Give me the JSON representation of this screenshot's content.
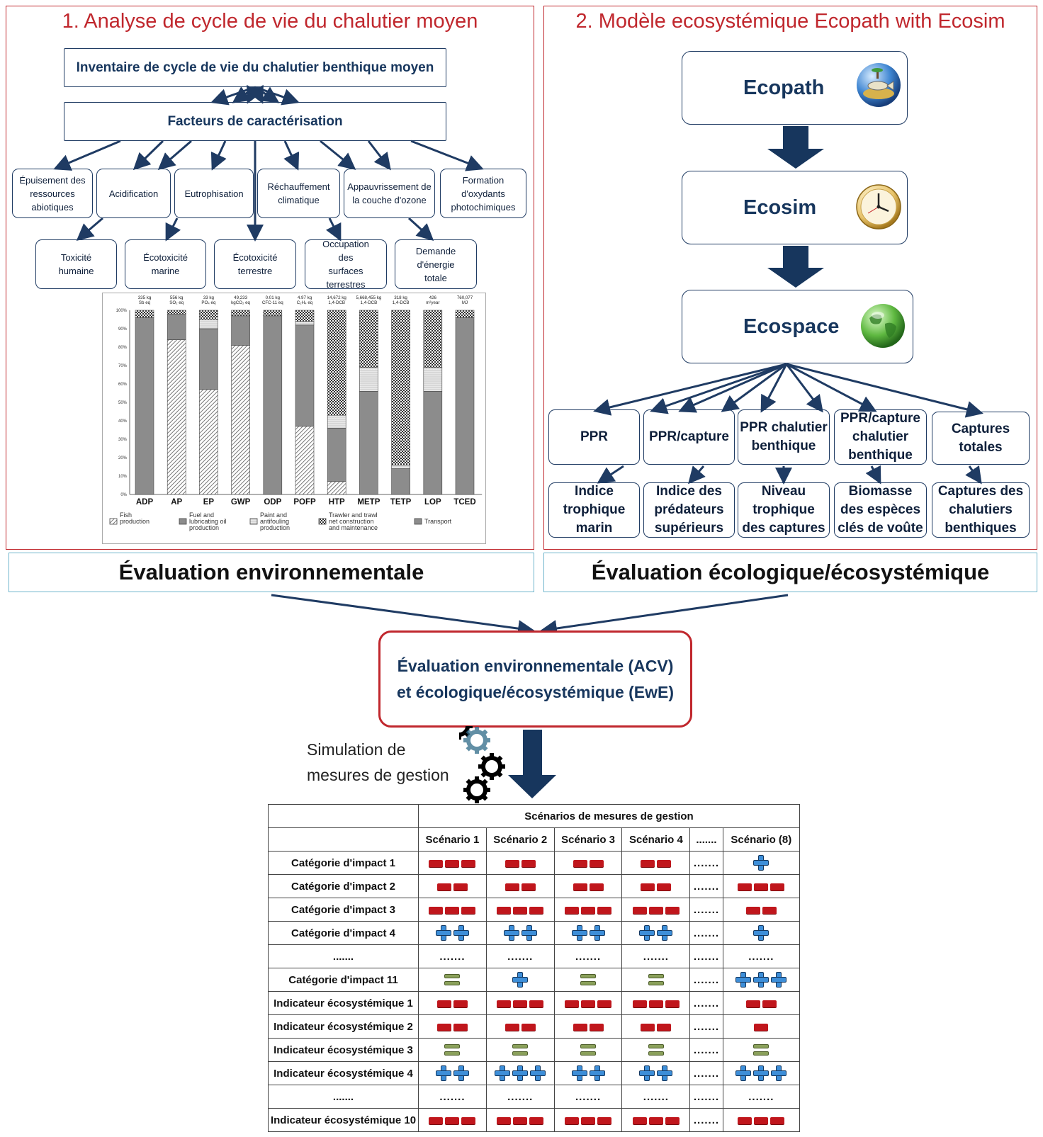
{
  "panel1": {
    "title": "1. Analyse de cycle de vie du chalutier moyen",
    "inventory": "Inventaire de cycle de vie du chalutier benthique moyen",
    "factors": "Facteurs de caractérisation",
    "impacts_row1": [
      "Épuisement des ressources abiotiques",
      "Acidification",
      "Eutrophisation",
      "Réchauffement climatique",
      "Appauvrissement de la couche d'ozone",
      "Formation d'oxydants photochimiques"
    ],
    "impacts_row2": [
      "Toxicité humaine",
      "Écotoxicité marine",
      "Écotoxicité terrestre",
      "Occupation des surfaces terrestres",
      "Demande d'énergie totale"
    ],
    "eval_label": "Évaluation environnementale"
  },
  "panel2": {
    "title": "2. Modèle ecosystémique Ecopath with Ecosim",
    "models": [
      "Ecopath",
      "Ecosim",
      "Ecospace"
    ],
    "model_icons": [
      "fish-globe-icon",
      "clock-icon",
      "earth-icon"
    ],
    "indicators_row1": [
      "PPR",
      "PPR/capture",
      "PPR chalutier benthique",
      "PPR/capture chalutier benthique",
      "Captures totales"
    ],
    "indicators_row2": [
      "Indice trophique marin",
      "Indice des prédateurs supérieurs",
      "Niveau trophique des captures",
      "Biomasse des espèces clés de voûte",
      "Captures des chalutiers benthiques"
    ],
    "eval_label": "Évaluation écologique/écosystémique"
  },
  "chart_data": {
    "type": "bar",
    "stacked": true,
    "categories": [
      "ADP",
      "AP",
      "EP",
      "GWP",
      "ODP",
      "POFP",
      "HTP",
      "METP",
      "TETP",
      "LOP",
      "TCED"
    ],
    "totals": [
      "335 kg Sb eq",
      "556 kg SO₂ eq",
      "33 kg PO₄ eq",
      "49,233 kgCO₂ eq",
      "0.01 kg CFC-11 eq",
      "4.97 kg C₂H₄ eq",
      "14,672 kg 1,4-DCB",
      "5,668,455 kg 1,4-DCB",
      "318 kg 1,4-DCB",
      "426 m²year",
      "760,077 MJ"
    ],
    "yticks": [
      "0%",
      "10%",
      "20%",
      "30%",
      "40%",
      "50%",
      "60%",
      "70%",
      "80%",
      "90%",
      "100%"
    ],
    "ylim": [
      0,
      100
    ],
    "series": [
      {
        "name": "Fish production",
        "values": [
          0,
          84,
          57,
          81,
          0,
          37,
          7,
          0,
          0,
          0,
          0
        ]
      },
      {
        "name": "Fuel and lubricating oil production",
        "values": [
          96,
          14,
          33,
          16,
          97,
          55,
          29,
          56,
          14,
          56,
          96
        ]
      },
      {
        "name": "Paint and antifouling production",
        "values": [
          0,
          0,
          5,
          0,
          0,
          2,
          7,
          13,
          2,
          13,
          0
        ]
      },
      {
        "name": "Trawler and trawl net construction and maintenance",
        "values": [
          4,
          2,
          5,
          3,
          3,
          6,
          57,
          31,
          84,
          31,
          4
        ]
      },
      {
        "name": "Transport",
        "values": [
          0,
          0,
          0,
          0,
          0,
          0,
          0,
          0,
          0,
          0,
          0
        ]
      }
    ],
    "series_colors": [
      "#ffffff",
      "#8c8c8c",
      "#dddddd",
      "#b8b8b8",
      "#8c8c8c"
    ]
  },
  "center": {
    "line1": "Évaluation environnementale (ACV)",
    "line2": "et écologique/écosystémique (EwE)"
  },
  "gear_label": {
    "line1": "Simulation de",
    "line2": "mesures de gestion"
  },
  "table": {
    "group_header": "Scénarios de mesures de gestion",
    "columns": [
      "Scénario 1",
      "Scénario 2",
      "Scénario 3",
      "Scénario 4",
      ".......",
      "Scénario (8)"
    ],
    "rows": [
      {
        "label": "Catégorie d'impact 1",
        "cells": [
          "mmm",
          "mm",
          "mm",
          "mm",
          "dots",
          "p"
        ]
      },
      {
        "label": "Catégorie d'impact 2",
        "cells": [
          "mm",
          "mm",
          "mm",
          "mm",
          "dots",
          "mmm"
        ]
      },
      {
        "label": "Catégorie d'impact 3",
        "cells": [
          "mmm",
          "mmm",
          "mmm",
          "mmm",
          "dots",
          "mm"
        ]
      },
      {
        "label": "Catégorie d'impact 4",
        "cells": [
          "pp",
          "pp",
          "pp",
          "pp",
          "dots",
          "p"
        ]
      },
      {
        "label": ".......",
        "cells": [
          "dots",
          "dots",
          "dots",
          "dots",
          "dots",
          "dots"
        ]
      },
      {
        "label": "Catégorie d'impact 11",
        "cells": [
          "e",
          "p",
          "e",
          "e",
          "dots",
          "ppp"
        ]
      },
      {
        "label": "Indicateur écosystémique 1",
        "cells": [
          "mm",
          "mmm",
          "mmm",
          "mmm",
          "dots",
          "mm"
        ]
      },
      {
        "label": "Indicateur écosystémique 2",
        "cells": [
          "mm",
          "mm",
          "mm",
          "mm",
          "dots",
          "m"
        ]
      },
      {
        "label": "Indicateur écosystémique 3",
        "cells": [
          "e",
          "e",
          "e",
          "e",
          "dots",
          "e"
        ]
      },
      {
        "label": "Indicateur écosystémique 4",
        "cells": [
          "pp",
          "ppp",
          "pp",
          "pp",
          "dots",
          "ppp"
        ]
      },
      {
        "label": ".......",
        "cells": [
          "dots",
          "dots",
          "dots",
          "dots",
          "dots",
          "dots"
        ]
      },
      {
        "label": "Indicateur écosystémique 10",
        "cells": [
          "mmm",
          "mmm",
          "mmm",
          "mmm",
          "dots",
          "mmm"
        ]
      }
    ],
    "dots_text": "......."
  },
  "colors": {
    "accent_red": "#c0272d",
    "navy": "#17365d",
    "minus": "#c0161c",
    "plus": "#3d8ed8",
    "equal": "#8aa05a"
  }
}
